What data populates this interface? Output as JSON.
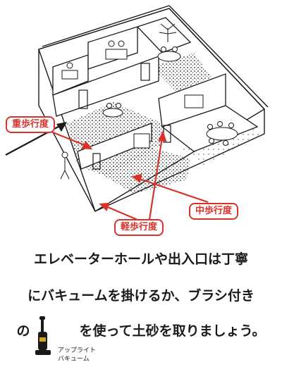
{
  "callouts": {
    "heavy": "重歩行度",
    "medium": "中歩行度",
    "light": "軽歩行度"
  },
  "body_text": {
    "line1": "エレベーターホールや出入口は丁寧",
    "line2": "にバキュームを掛けるか、ブラシ付き",
    "line3_prefix": "の",
    "line3_suffix": "を使って土砂を取りましょう。"
  },
  "vacuum_caption": {
    "line1": "アップライト",
    "line2": "バキューム"
  },
  "colors": {
    "accent_red": "#d9322a",
    "line_black": "#1a1a1a"
  }
}
